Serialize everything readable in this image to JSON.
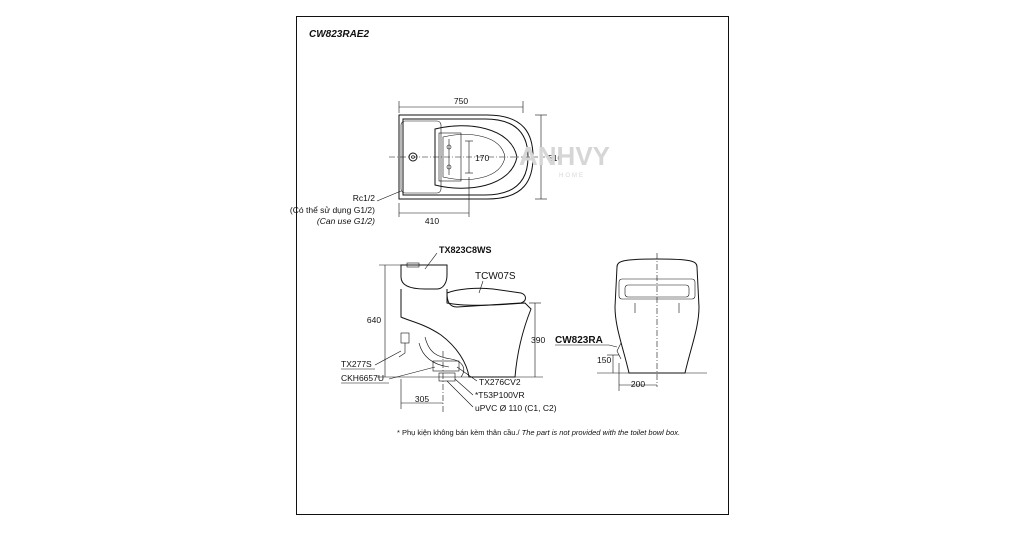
{
  "model_title": "CW823RAE2",
  "watermark": {
    "text": "ANHVY",
    "sub": "HOME"
  },
  "top_view": {
    "dim_width": "750",
    "dim_depth": "510",
    "dim_inner": "170",
    "dim_offset": "410",
    "inlet_label": "Rc1/2",
    "inlet_note_vi": "(Có thể sử dụng G1/2)",
    "inlet_note_en": "(Can use G1/2)"
  },
  "side_view": {
    "tank_part": "TX823C8WS",
    "seat_part": "TCW07S",
    "dim_height": "640",
    "dim_seat_height": "390",
    "dim_rough_in": "305",
    "part_left_1": "TX277S",
    "part_left_2": "CKH6657U",
    "part_right_1": "TX276CV2",
    "part_right_2": "*T53P100VR",
    "part_right_3": "uPVC Ø 110 (C1, C2)"
  },
  "front_view": {
    "model_label": "CW823RA",
    "dim_inlet_height": "150",
    "dim_inlet_offset": "200"
  },
  "footnote": {
    "vi": "* Phụ kiện không bán kèm thân cầu./",
    "en": " The part is not provided with the toilet bowl box."
  }
}
